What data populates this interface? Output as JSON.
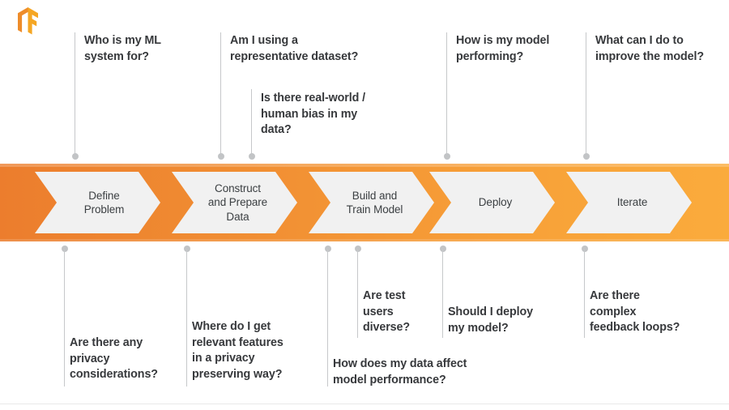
{
  "logo": {
    "name": "tensorflow-logo",
    "colors": {
      "light": "#f5a623",
      "dark": "#ee8c2a"
    }
  },
  "theme": {
    "band_left": "#ec7d2d",
    "band_right": "#faab3c",
    "chevron_fill": "#f1f1f1",
    "text": "#37393c",
    "connector": "#c6c8ca"
  },
  "stages": [
    {
      "id": "define-problem",
      "label": "Define\nProblem",
      "lines": [
        "Define",
        "Problem"
      ]
    },
    {
      "id": "construct-prepare",
      "label": "Construct\nand Prepare\nData",
      "lines": [
        "Construct",
        "and Prepare",
        "Data"
      ]
    },
    {
      "id": "build-train",
      "label": "Build and\nTrain Model",
      "lines": [
        "Build and",
        "Train Model"
      ]
    },
    {
      "id": "deploy",
      "label": "Deploy",
      "lines": [
        "Deploy"
      ]
    },
    {
      "id": "iterate",
      "label": "Iterate",
      "lines": [
        "Iterate"
      ]
    }
  ],
  "questions_above": [
    {
      "id": "who-is-my-ml-system-for",
      "lines": [
        "Who is my ML",
        "system for?"
      ]
    },
    {
      "id": "representative-dataset",
      "lines": [
        "Am I using a",
        "representative dataset?"
      ]
    },
    {
      "id": "real-world-human-bias",
      "lines": [
        "Is there real-world /",
        "human bias in my",
        "data?"
      ]
    },
    {
      "id": "how-is-my-model-performing",
      "lines": [
        "How is my model",
        "performing?"
      ]
    },
    {
      "id": "improve-the-model",
      "lines": [
        "What can I do to",
        "improve the model?"
      ]
    }
  ],
  "questions_below": [
    {
      "id": "privacy-considerations",
      "lines": [
        "Are there any",
        "privacy",
        "considerations?"
      ]
    },
    {
      "id": "relevant-features-privacy",
      "lines": [
        "Where do I get",
        "relevant features",
        "in a privacy",
        "preserving way?"
      ]
    },
    {
      "id": "data-affect-model-performance",
      "lines": [
        "How does my data affect",
        "model performance?"
      ]
    },
    {
      "id": "test-users-diverse",
      "lines": [
        "Are test",
        "users",
        "diverse?"
      ]
    },
    {
      "id": "should-i-deploy-my-model",
      "lines": [
        "Should I deploy",
        "my model?"
      ]
    },
    {
      "id": "complex-feedback-loops",
      "lines": [
        "Are there",
        "complex",
        "feedback loops?"
      ]
    }
  ]
}
